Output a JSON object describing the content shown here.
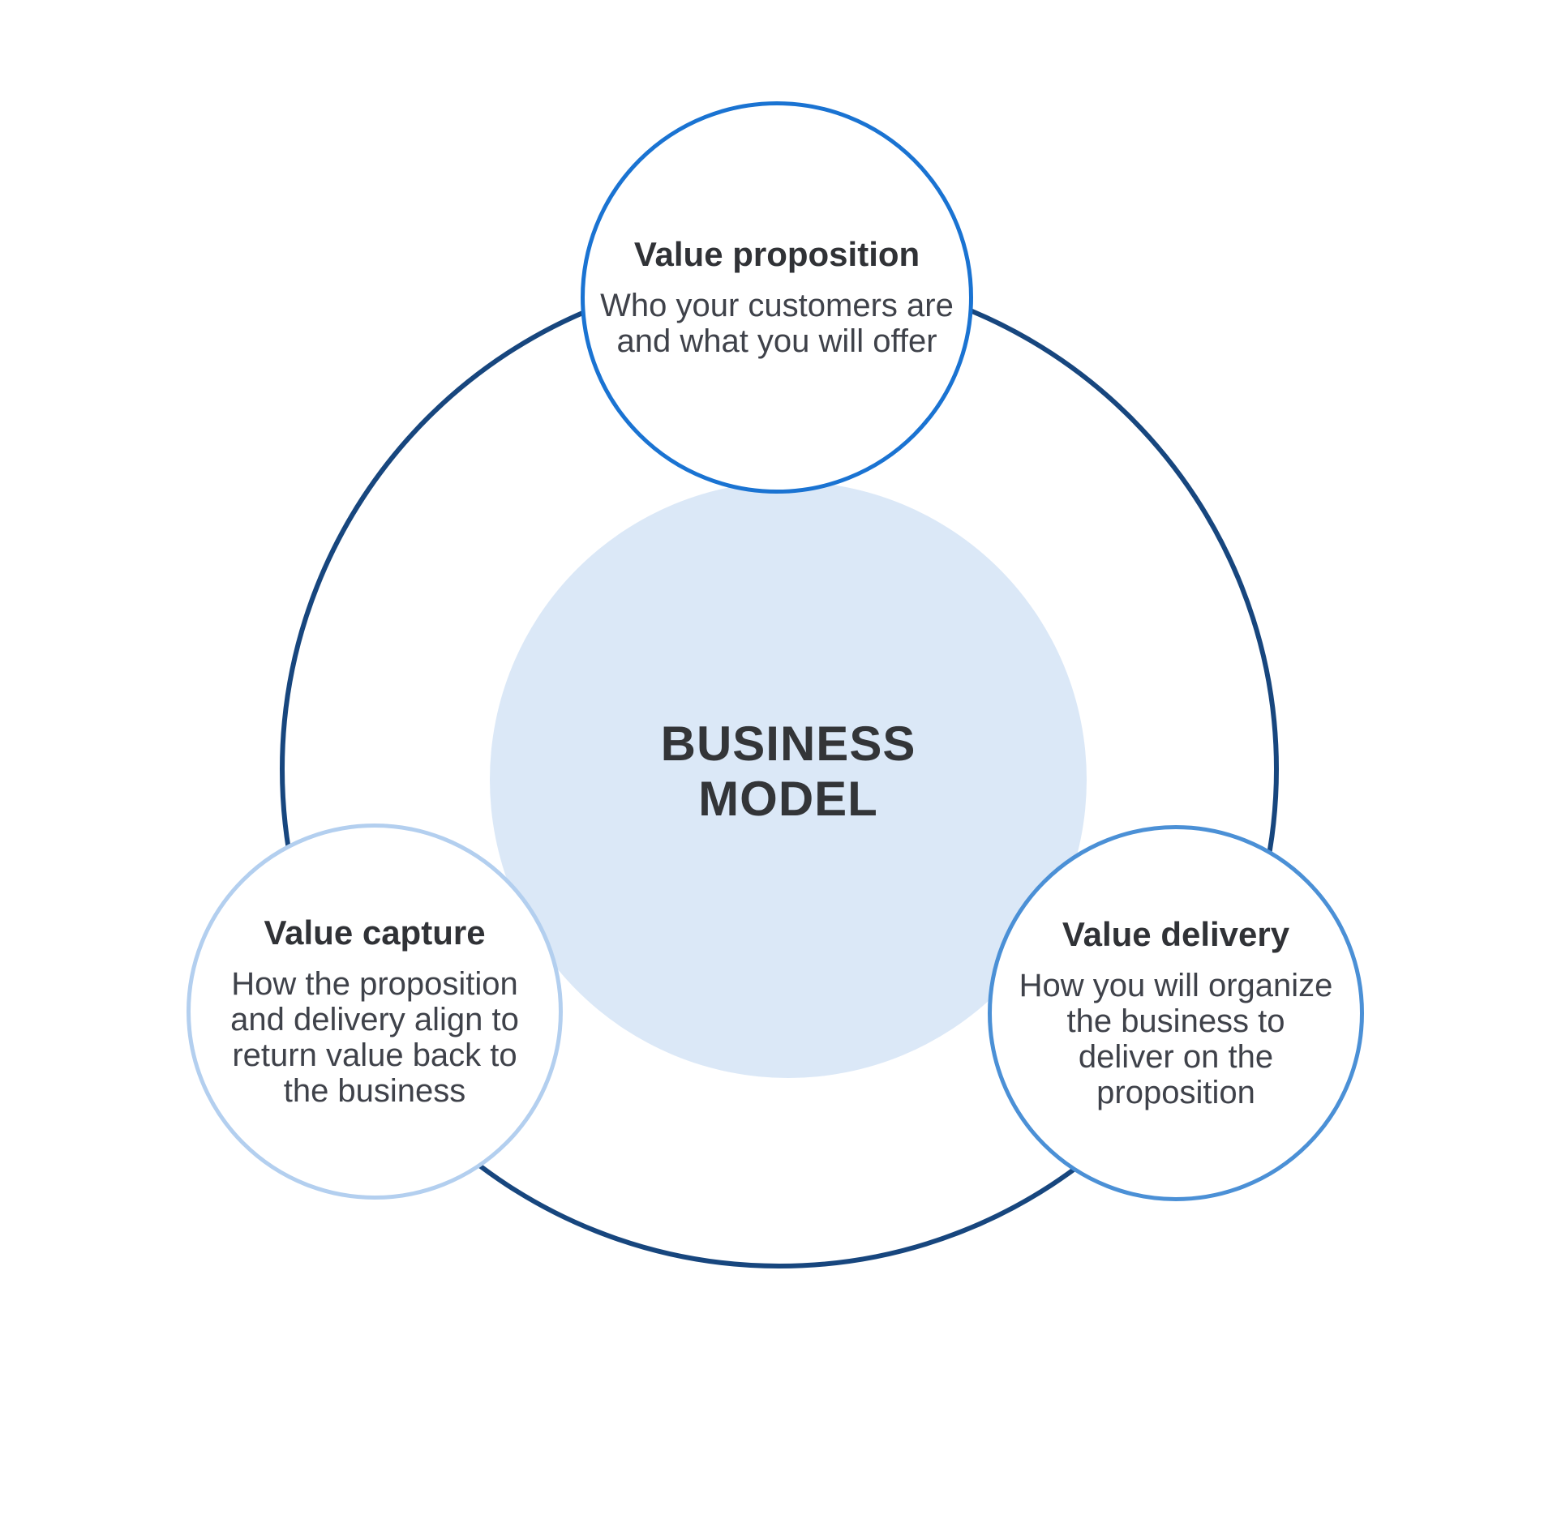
{
  "diagram": {
    "center_label": "BUSINESS MODEL",
    "nodes": [
      {
        "id": "value-proposition",
        "title": "Value proposition",
        "lines": [
          "Who your customers are",
          "and what you will offer"
        ]
      },
      {
        "id": "value-capture",
        "title": "Value capture",
        "lines": [
          "How the proposition",
          "and delivery align to",
          "return value back to",
          "the business"
        ]
      },
      {
        "id": "value-delivery",
        "title": "Value delivery",
        "lines": [
          "How you will organize",
          "the business to",
          "deliver on the",
          "proposition"
        ]
      }
    ],
    "colors": {
      "outer_ring": "#17467e",
      "center_fill": "#dbe8f7",
      "value_proposition_stroke": "#1a73d2",
      "value_capture_stroke": "#b3cfef",
      "value_delivery_stroke": "#4b90d6",
      "heading_text": "#303236",
      "body_text": "#3f424a"
    }
  }
}
